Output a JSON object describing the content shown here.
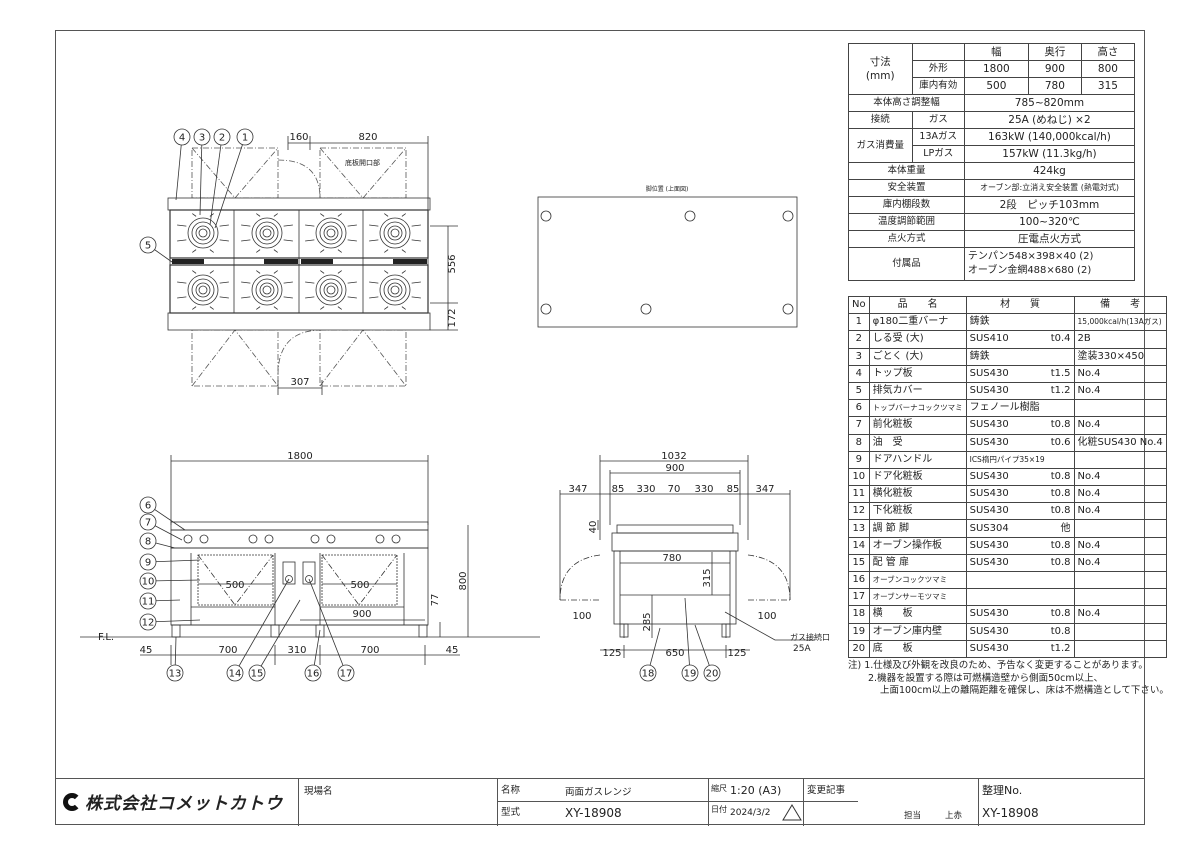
{
  "spec_table": {
    "dimension_label": "寸法",
    "unit_label": "(mm)",
    "col_headers": [
      "幅",
      "奥行",
      "高さ"
    ],
    "rows_dim": [
      {
        "label": "外形",
        "values": [
          "1800",
          "900",
          "800"
        ]
      },
      {
        "label": "庫内有効",
        "values": [
          "500",
          "780",
          "315"
        ]
      }
    ],
    "height_adjust": {
      "label": "本体高さ調整幅",
      "value": "785~820mm"
    },
    "connection": {
      "label": "接続",
      "sub": "ガス",
      "value": "25A (めねじ) ×2"
    },
    "gas_consumption": {
      "label": "ガス消費量",
      "rows": [
        {
          "sub": "13Aガス",
          "value": "163kW (140,000kcal/h)"
        },
        {
          "sub": "LPガス",
          "value": "157kW (11.3kg/h)"
        }
      ]
    },
    "weight": {
      "label": "本体重量",
      "value": "424kg"
    },
    "safety": {
      "label": "安全装置",
      "value": "オーブン部:立消え安全装置 (熱電対式)"
    },
    "shelves": {
      "label": "庫内棚段数",
      "value": "2段　ピッチ103mm"
    },
    "temp": {
      "label": "温度調節範囲",
      "value": "100~320℃"
    },
    "ignition": {
      "label": "点火方式",
      "value": "圧電点火方式"
    },
    "accessories": {
      "label": "付属品",
      "values": [
        "テンパン548×398×40 (2)",
        "オーブン金網488×680 (2)"
      ]
    }
  },
  "parts_table": {
    "headers": [
      "No",
      "品　　名",
      "材　　質",
      "備　　考"
    ],
    "rows": [
      {
        "no": "1",
        "name": "φ180二重バーナ",
        "material": "鋳鉄",
        "thickness": "",
        "note": "15,000kcal/h(13Aガス)"
      },
      {
        "no": "2",
        "name": "しる受 (大)",
        "material": "SUS410",
        "thickness": "t0.4",
        "note": "2B"
      },
      {
        "no": "3",
        "name": "ごとく (大)",
        "material": "鋳鉄",
        "thickness": "",
        "note": "塗装330×450"
      },
      {
        "no": "4",
        "name": "トップ板",
        "material": "SUS430",
        "thickness": "t1.5",
        "note": "No.4"
      },
      {
        "no": "5",
        "name": "排気カバー",
        "material": "SUS430",
        "thickness": "t1.2",
        "note": "No.4"
      },
      {
        "no": "6",
        "name": "トップバーナコックツマミ",
        "material": "フェノール樹脂",
        "thickness": "",
        "note": ""
      },
      {
        "no": "7",
        "name": "前化粧板",
        "material": "SUS430",
        "thickness": "t0.8",
        "note": "No.4"
      },
      {
        "no": "8",
        "name": "油　受",
        "material": "SUS430",
        "thickness": "t0.6",
        "note": "化粧SUS430 No.4"
      },
      {
        "no": "9",
        "name": "ドアハンドル",
        "material": "ICS楕円パイプ35×19",
        "thickness": "",
        "note": ""
      },
      {
        "no": "10",
        "name": "ドア化粧板",
        "material": "SUS430",
        "thickness": "t0.8",
        "note": "No.4"
      },
      {
        "no": "11",
        "name": "横化粧板",
        "material": "SUS430",
        "thickness": "t0.8",
        "note": "No.4"
      },
      {
        "no": "12",
        "name": "下化粧板",
        "material": "SUS430",
        "thickness": "t0.8",
        "note": "No.4"
      },
      {
        "no": "13",
        "name": "調 節 脚",
        "material": "SUS304",
        "thickness": "他",
        "note": ""
      },
      {
        "no": "14",
        "name": "オーブン操作板",
        "material": "SUS430",
        "thickness": "t0.8",
        "note": "No.4"
      },
      {
        "no": "15",
        "name": "配 管 扉",
        "material": "SUS430",
        "thickness": "t0.8",
        "note": "No.4"
      },
      {
        "no": "16",
        "name": "オーブンコックツマミ",
        "material": "",
        "thickness": "",
        "note": ""
      },
      {
        "no": "17",
        "name": "オーブンサーモツマミ",
        "material": "",
        "thickness": "",
        "note": ""
      },
      {
        "no": "18",
        "name": "横　　板",
        "material": "SUS430",
        "thickness": "t0.8",
        "note": "No.4"
      },
      {
        "no": "19",
        "name": "オーブン庫内壁",
        "material": "SUS430",
        "thickness": "t0.8",
        "note": ""
      },
      {
        "no": "20",
        "name": "底　　板",
        "material": "SUS430",
        "thickness": "t1.2",
        "note": ""
      }
    ]
  },
  "notes": [
    "注) 1.仕様及び外観を改良のため、予告なく変更することがあります。",
    "2.機器を設置する際は可燃構造壁から側面50cm以上、",
    "上面100cm以上の離隔距離を確保し、床は不燃構造として下さい。"
  ],
  "top_view": {
    "dims": {
      "d160": "160",
      "d820": "820",
      "d556": "556",
      "d172": "172",
      "d307": "307"
    },
    "label_opening": "底板開口部",
    "balloons": [
      "4",
      "3",
      "2",
      "1",
      "5"
    ]
  },
  "foot_view": {
    "title": "脚位置 (上面図)"
  },
  "front_view": {
    "dims": {
      "width": "1800",
      "height": "800",
      "d77": "77",
      "oven_l": "500",
      "oven_r": "500",
      "d900": "900",
      "b45a": "45",
      "b700a": "700",
      "b310": "310",
      "b700b": "700",
      "b45b": "45"
    },
    "floor_label": "F.L.",
    "balloons_left": [
      "6",
      "7",
      "8",
      "9",
      "10",
      "11",
      "12"
    ],
    "balloons_bottom": [
      "13",
      "14",
      "15",
      "16",
      "17"
    ]
  },
  "side_view": {
    "dims": {
      "d1032": "1032",
      "d900": "900",
      "s347a": "347",
      "s85a": "85",
      "s330a": "330",
      "s70": "70",
      "s330b": "330",
      "s85b": "85",
      "s347b": "347",
      "d40": "40",
      "d780": "780",
      "d315": "315",
      "d100a": "100",
      "d100b": "100",
      "d285": "285",
      "b125a": "125",
      "b650": "650",
      "b125b": "125"
    },
    "gas_label": "ガス接続口",
    "gas_size": "25A",
    "balloons": [
      "18",
      "19",
      "20"
    ]
  },
  "title_block": {
    "company": "株式会社コメットカトウ",
    "site_label": "現場名",
    "name_label": "名称",
    "name_value": "両面ガスレンジ",
    "model_label": "型式",
    "model_value": "XY-18908",
    "scale_label": "縮尺",
    "scale_value": "1:20 (A3)",
    "date_label": "日付",
    "date_value": "2024/3/2",
    "change_label": "変更記事",
    "person_label": "担当",
    "person_value": "上赤",
    "ref_label": "整理No.",
    "ref_value": "XY-18908"
  }
}
